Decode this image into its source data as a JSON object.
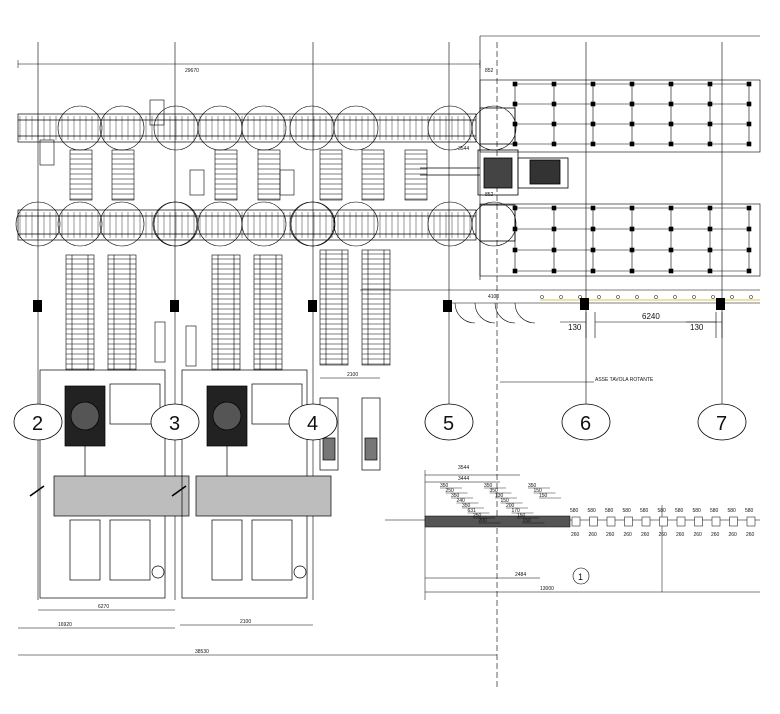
{
  "axes": [
    {
      "id": "2",
      "label": "2"
    },
    {
      "id": "3",
      "label": "3"
    },
    {
      "id": "4",
      "label": "4"
    },
    {
      "id": "5",
      "label": "5"
    },
    {
      "id": "6",
      "label": "6"
    },
    {
      "id": "7",
      "label": "7"
    }
  ],
  "dimensions": {
    "top_overall": "29670",
    "col_spacing": "6240",
    "offset_left": "130",
    "offset_right": "130",
    "width_4100": "4100",
    "width_2100": "2100",
    "bottom_6270": "6270",
    "bottom_2100": "2100",
    "bottom_16920": "16920",
    "bottom_overall": "38530",
    "section_3444": "3444",
    "section_3544": "3544",
    "section_2484": "2484",
    "section_13000": "13000",
    "top_right_852": "852",
    "top_right_852b": "852",
    "mid_3544": "3544"
  },
  "annotations": {
    "axis_note": "ASSE TAVOLA ROTANTE",
    "detail_marker": "1"
  },
  "section_labels": {
    "steps": [
      "350",
      "250",
      "350",
      "240",
      "350",
      "631",
      "250",
      "200",
      "350",
      "350",
      "130",
      "150",
      "200",
      "170",
      "150",
      "150",
      "350",
      "150",
      "150"
    ],
    "spacing_top": [
      "580",
      "580",
      "580",
      "580",
      "580",
      "580",
      "580",
      "580",
      "580",
      "580",
      "580"
    ],
    "spacing_bottom": [
      "260",
      "260",
      "260",
      "260",
      "260",
      "260",
      "260",
      "260",
      "260",
      "260",
      "260"
    ]
  }
}
